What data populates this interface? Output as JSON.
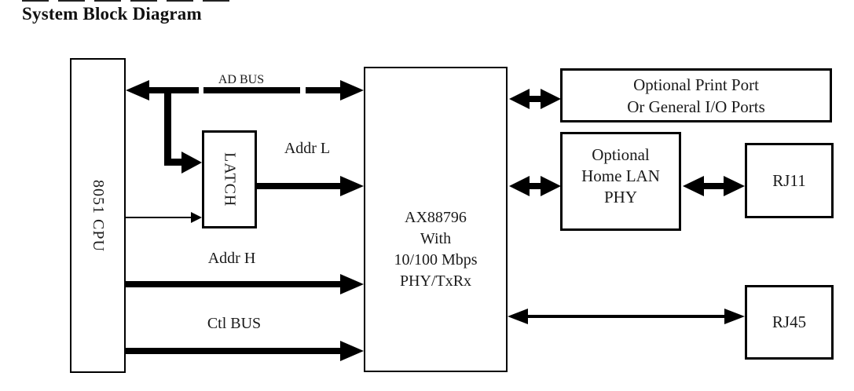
{
  "title": "System Block Diagram",
  "blocks": {
    "cpu": {
      "label": "8051 CPU"
    },
    "latch": {
      "label": "LATCH"
    },
    "ax88796": {
      "lines": [
        "AX88796",
        "With",
        "10/100 Mbps",
        "PHY/TxRx"
      ]
    },
    "print_port": {
      "lines": [
        "Optional Print Port",
        "Or General I/O Ports"
      ]
    },
    "home_lan_phy": {
      "lines": [
        "Optional",
        "Home LAN",
        "PHY"
      ]
    },
    "rj11": {
      "label": "RJ11"
    },
    "rj45": {
      "label": "RJ45"
    }
  },
  "bus_labels": {
    "ad_bus": "AD BUS",
    "addr_l": "Addr L",
    "addr_h": "Addr H",
    "ctl_bus": "Ctl BUS"
  },
  "colors": {
    "line": "#000000",
    "text": "#1a1a1a",
    "background": "#ffffff"
  }
}
